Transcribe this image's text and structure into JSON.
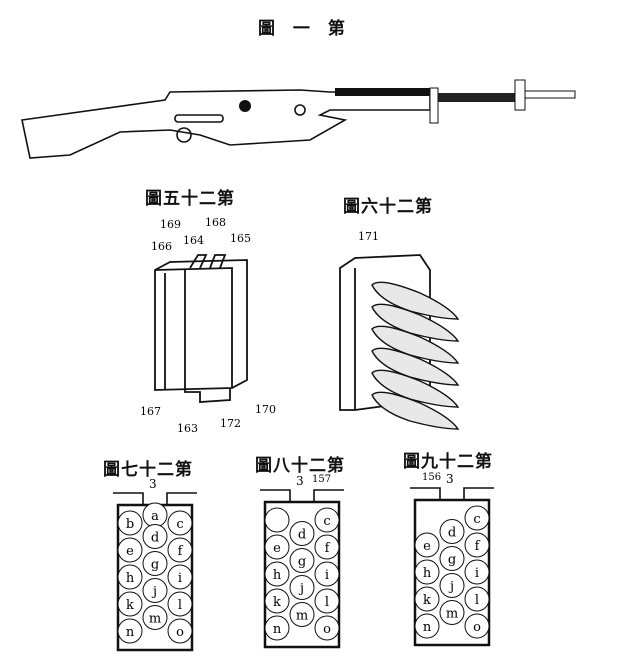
{
  "figures": {
    "fig1": {
      "title": "圖 一 第"
    },
    "fig25": {
      "title": "圖五十二第",
      "labels": [
        "169",
        "168",
        "166",
        "164",
        "165",
        "167",
        "163",
        "172",
        "170"
      ]
    },
    "fig26": {
      "title": "圖六十二第",
      "labels": [
        "171"
      ]
    },
    "fig27": {
      "title": "圖七十二第",
      "label": "3",
      "circles": [
        "a",
        "b",
        "c",
        "d",
        "e",
        "f",
        "g",
        "h",
        "i",
        "j",
        "k",
        "l",
        "m",
        "n",
        "o"
      ]
    },
    "fig28": {
      "title": "圖八十二第",
      "label": "3",
      "label2": "157",
      "circles": [
        "",
        "c",
        "d",
        "e",
        "f",
        "g",
        "h",
        "i",
        "j",
        "k",
        "l",
        "m",
        "n",
        "o"
      ]
    },
    "fig29": {
      "title": "圖九十二第",
      "label": "3",
      "label2": "156",
      "circles": [
        "c",
        "d",
        "e",
        "f",
        "g",
        "h",
        "i",
        "j",
        "k",
        "l",
        "m",
        "n",
        "o"
      ]
    }
  }
}
